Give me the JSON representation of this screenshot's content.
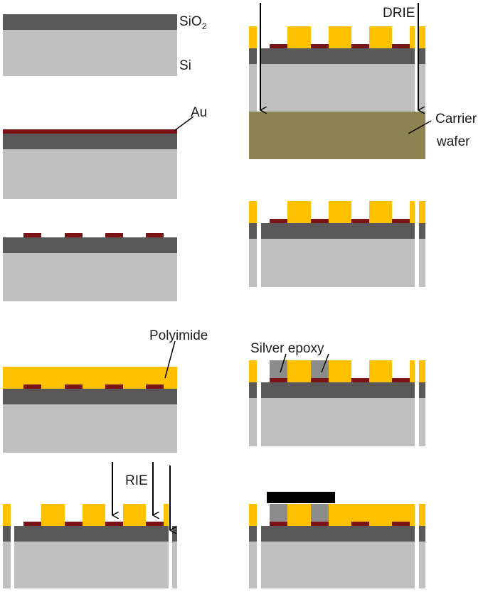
{
  "labels": {
    "sio2_main": "SiO",
    "sio2_sub": "2",
    "si": "Si",
    "au": "Au",
    "polyimide": "Polyimide",
    "rie": "RIE",
    "drie": "DRIE",
    "carrier_line1": "Carrier",
    "carrier_line2": "wafer",
    "silver_epoxy": "Silver epoxy"
  },
  "colors": {
    "si": "#c0c0c0",
    "sio2": "#595959",
    "au": "#7b1416",
    "polyimide": "#ffc000",
    "carrier_wafer": "#8c8352",
    "silver_epoxy": "#8c8c8c",
    "die": "#000000",
    "background": "#ffffff"
  },
  "steps": [
    {
      "step": 1,
      "layers": [
        "Si",
        "SiO2"
      ]
    },
    {
      "step": 2,
      "layers": [
        "Si",
        "SiO2",
        "Au"
      ]
    },
    {
      "step": 3,
      "layers": [
        "Si",
        "SiO2",
        "Au pads"
      ]
    },
    {
      "step": 4,
      "layers": [
        "Si",
        "SiO2",
        "Au pads",
        "Polyimide"
      ]
    },
    {
      "step": 5,
      "layers": [
        "Si",
        "SiO2",
        "Au pads",
        "Polyimide openings"
      ],
      "process": "RIE"
    },
    {
      "step": 6,
      "layers": [
        "Carrier wafer",
        "Si",
        "SiO2",
        "Au pads",
        "Polyimide"
      ],
      "process": "DRIE"
    },
    {
      "step": 7,
      "layers": [
        "Si",
        "SiO2",
        "Au pads",
        "Polyimide"
      ]
    },
    {
      "step": 8,
      "layers": [
        "Si",
        "SiO2",
        "Au pads",
        "Polyimide",
        "Silver epoxy"
      ]
    },
    {
      "step": 9,
      "layers": [
        "Si",
        "SiO2",
        "Au pads",
        "Polyimide",
        "Silver epoxy",
        "Die"
      ]
    }
  ]
}
